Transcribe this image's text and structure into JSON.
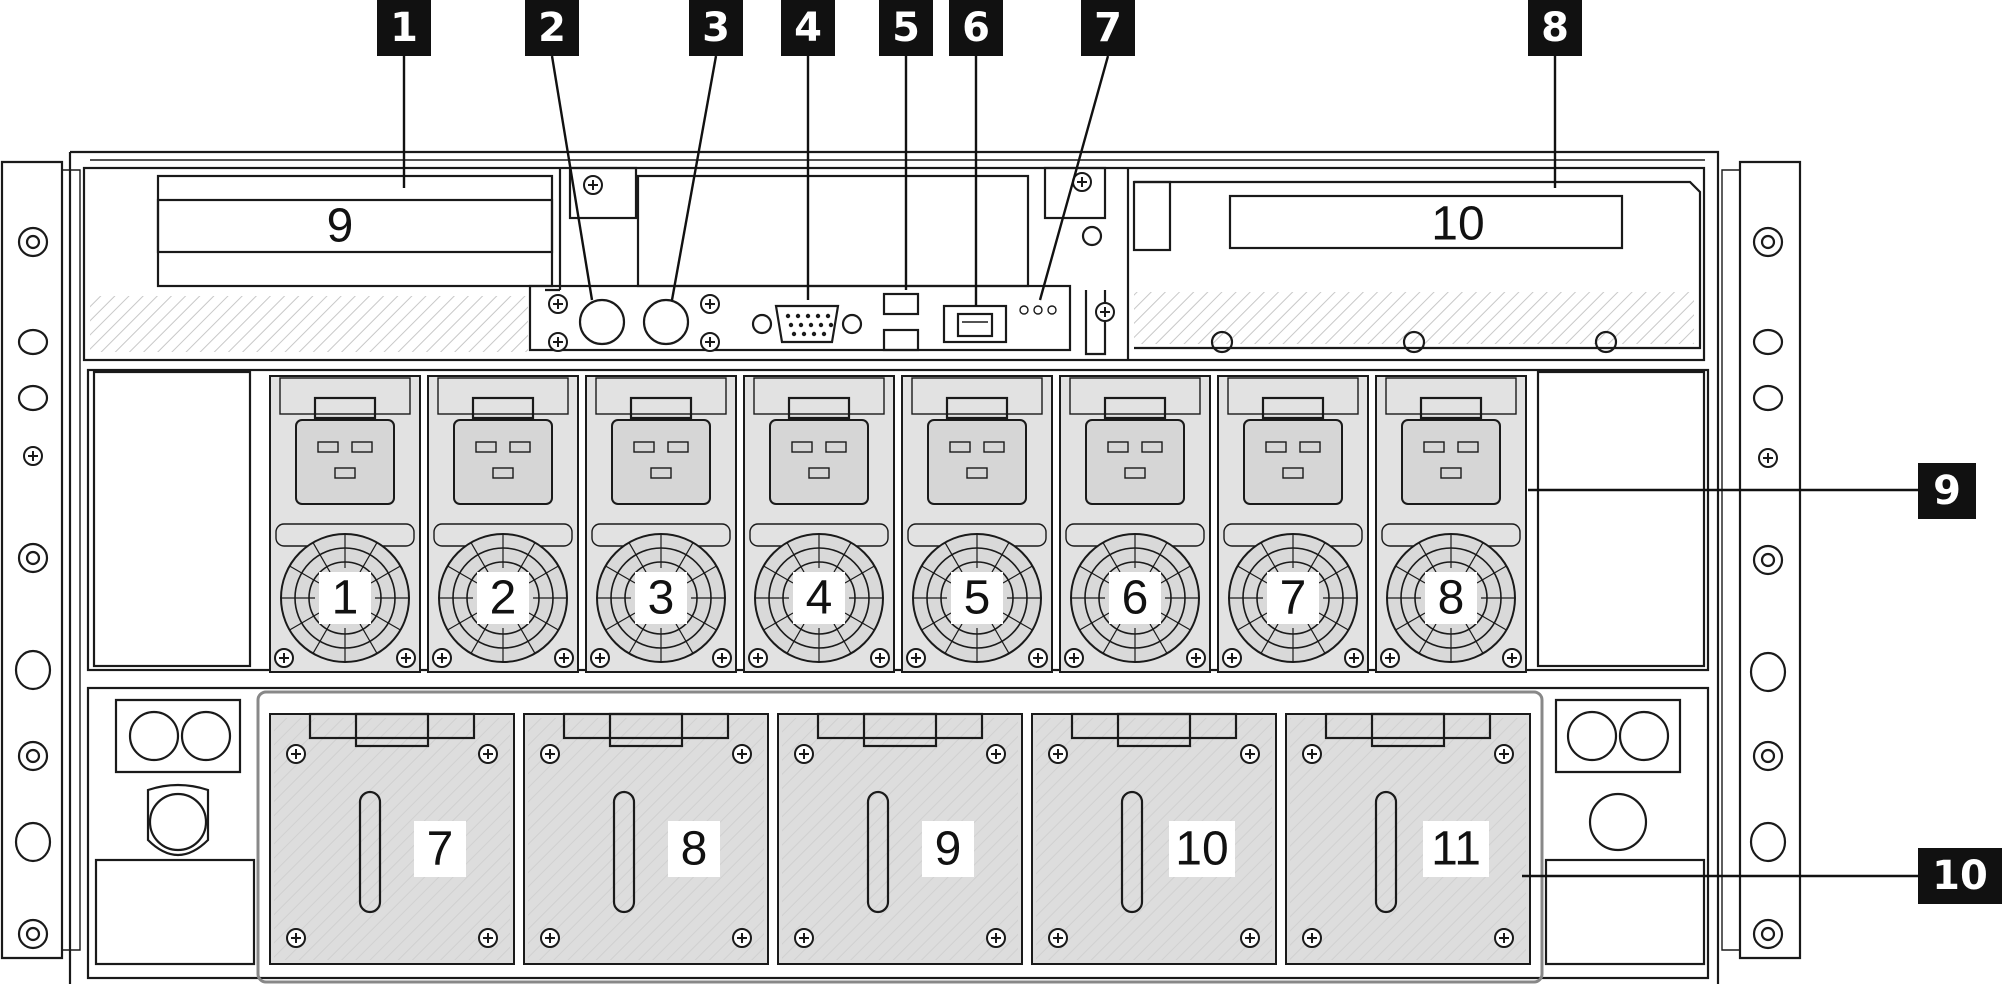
{
  "callouts": [
    {
      "id": "1",
      "label": "1"
    },
    {
      "id": "2",
      "label": "2"
    },
    {
      "id": "3",
      "label": "3"
    },
    {
      "id": "4",
      "label": "4"
    },
    {
      "id": "5",
      "label": "5"
    },
    {
      "id": "6",
      "label": "6"
    },
    {
      "id": "7",
      "label": "7"
    },
    {
      "id": "8",
      "label": "8"
    },
    {
      "id": "9",
      "label": "9"
    },
    {
      "id": "10",
      "label": "10"
    }
  ],
  "pcie_slots": [
    {
      "label": "9"
    },
    {
      "label": "10"
    }
  ],
  "power_supplies": [
    {
      "label": "1"
    },
    {
      "label": "2"
    },
    {
      "label": "3"
    },
    {
      "label": "4"
    },
    {
      "label": "5"
    },
    {
      "label": "6"
    },
    {
      "label": "7"
    },
    {
      "label": "8"
    }
  ],
  "fan_bays": [
    {
      "label": "7"
    },
    {
      "label": "8"
    },
    {
      "label": "9"
    },
    {
      "label": "10"
    },
    {
      "label": "11"
    }
  ],
  "icons": [
    "vga-port-icon",
    "usb-port-icon",
    "ethernet-port-icon",
    "status-led-icon",
    "screw-icon",
    "fan-grille-icon",
    "power-socket-icon"
  ],
  "colors": {
    "callout_fill": "#111111",
    "callout_text": "#ffffff",
    "psu_fill": "#e2e2e2",
    "fan_fill": "#dddddd"
  }
}
